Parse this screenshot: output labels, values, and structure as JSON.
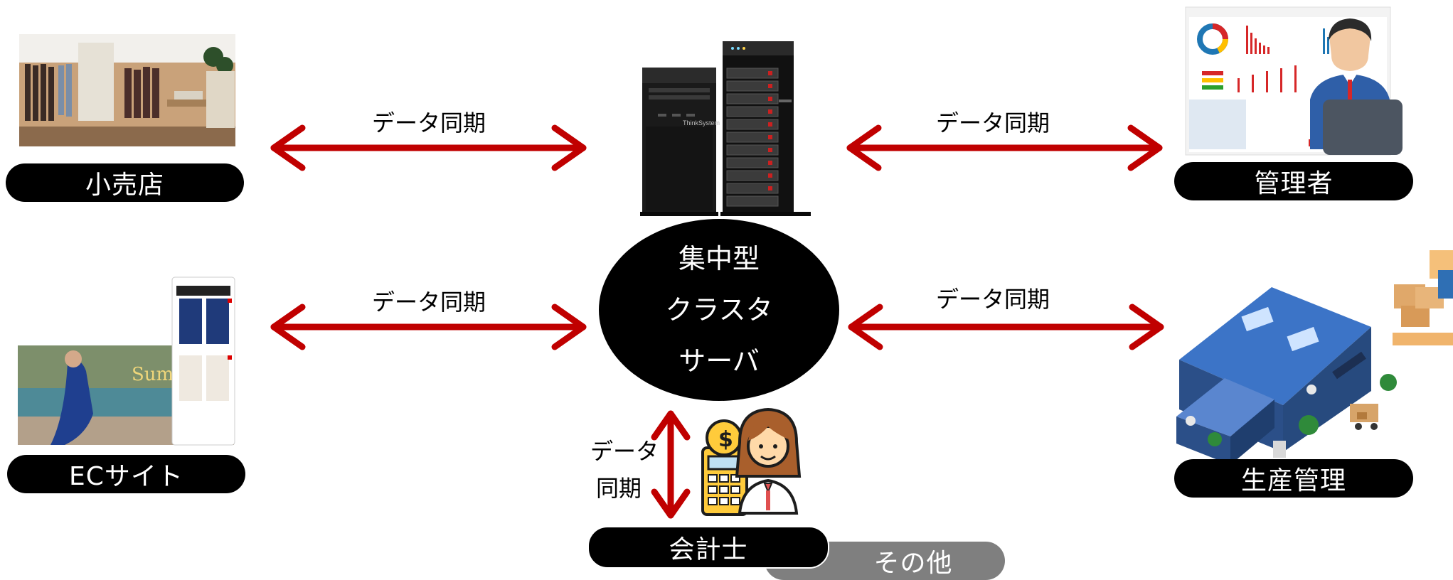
{
  "center": {
    "line1": "集中型",
    "line2": "クラスタ",
    "line3": "サーバ"
  },
  "nodes": {
    "retail": "小売店",
    "ec": "ECサイト",
    "manager": "管理者",
    "production": "生産管理",
    "accountant": "会計士",
    "other": "その他"
  },
  "sync_labels": {
    "top_left": "データ同期",
    "mid_left": "データ同期",
    "top_right": "データ同期",
    "mid_right": "データ同期",
    "bottom_line1": "データ",
    "bottom_line2": "同期"
  },
  "server_brand": "ThinkSystem",
  "colors": {
    "arrow": "#c00000",
    "pill": "#000000",
    "other_pill": "#7f7f7f",
    "warehouse_roof": "#2e5fa8",
    "warehouse_wall": "#2b4f88"
  }
}
